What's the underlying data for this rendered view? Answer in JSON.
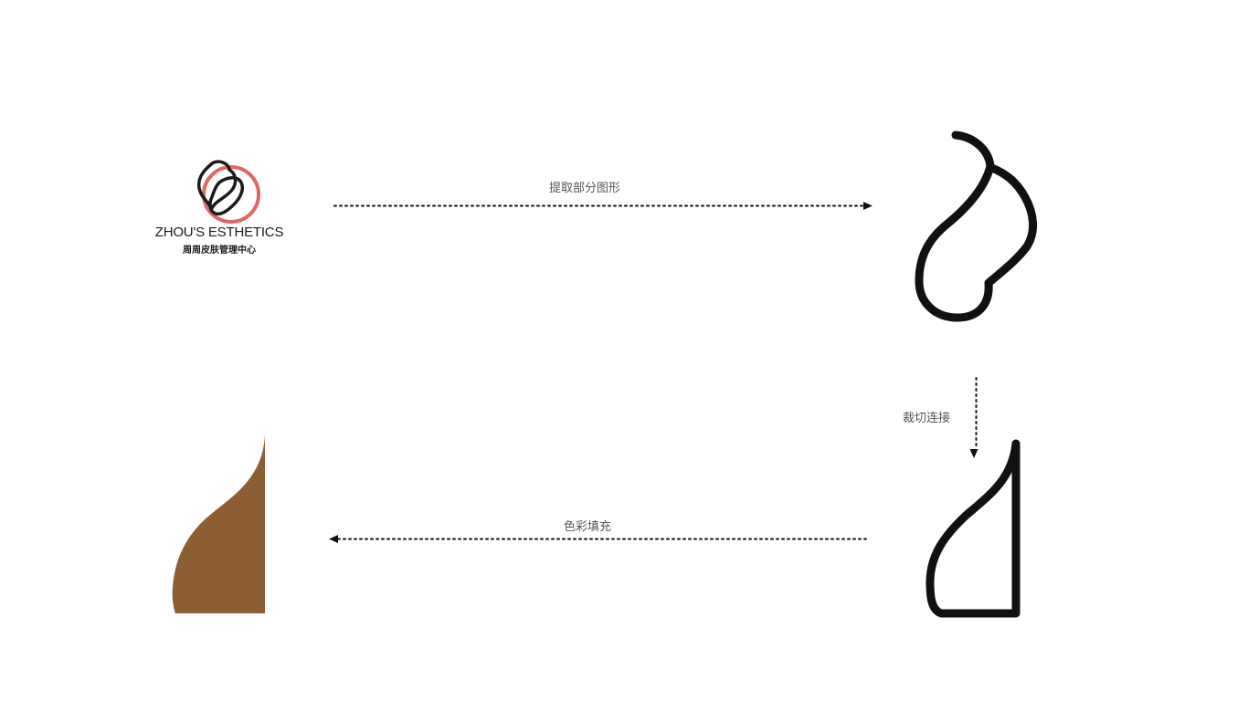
{
  "logo": {
    "name_en": "ZHOU'S ESTHETICS",
    "name_cn": "周周皮肤管理中心"
  },
  "steps": {
    "extract": "提取部分图形",
    "cut_connect": "裁切连接",
    "color_fill": "色彩填充"
  },
  "colors": {
    "ink": "#111111",
    "accent_circle": "#e06666",
    "fill_brown": "#8b5e34",
    "arrow": "#111111",
    "label_text": "#555555"
  }
}
